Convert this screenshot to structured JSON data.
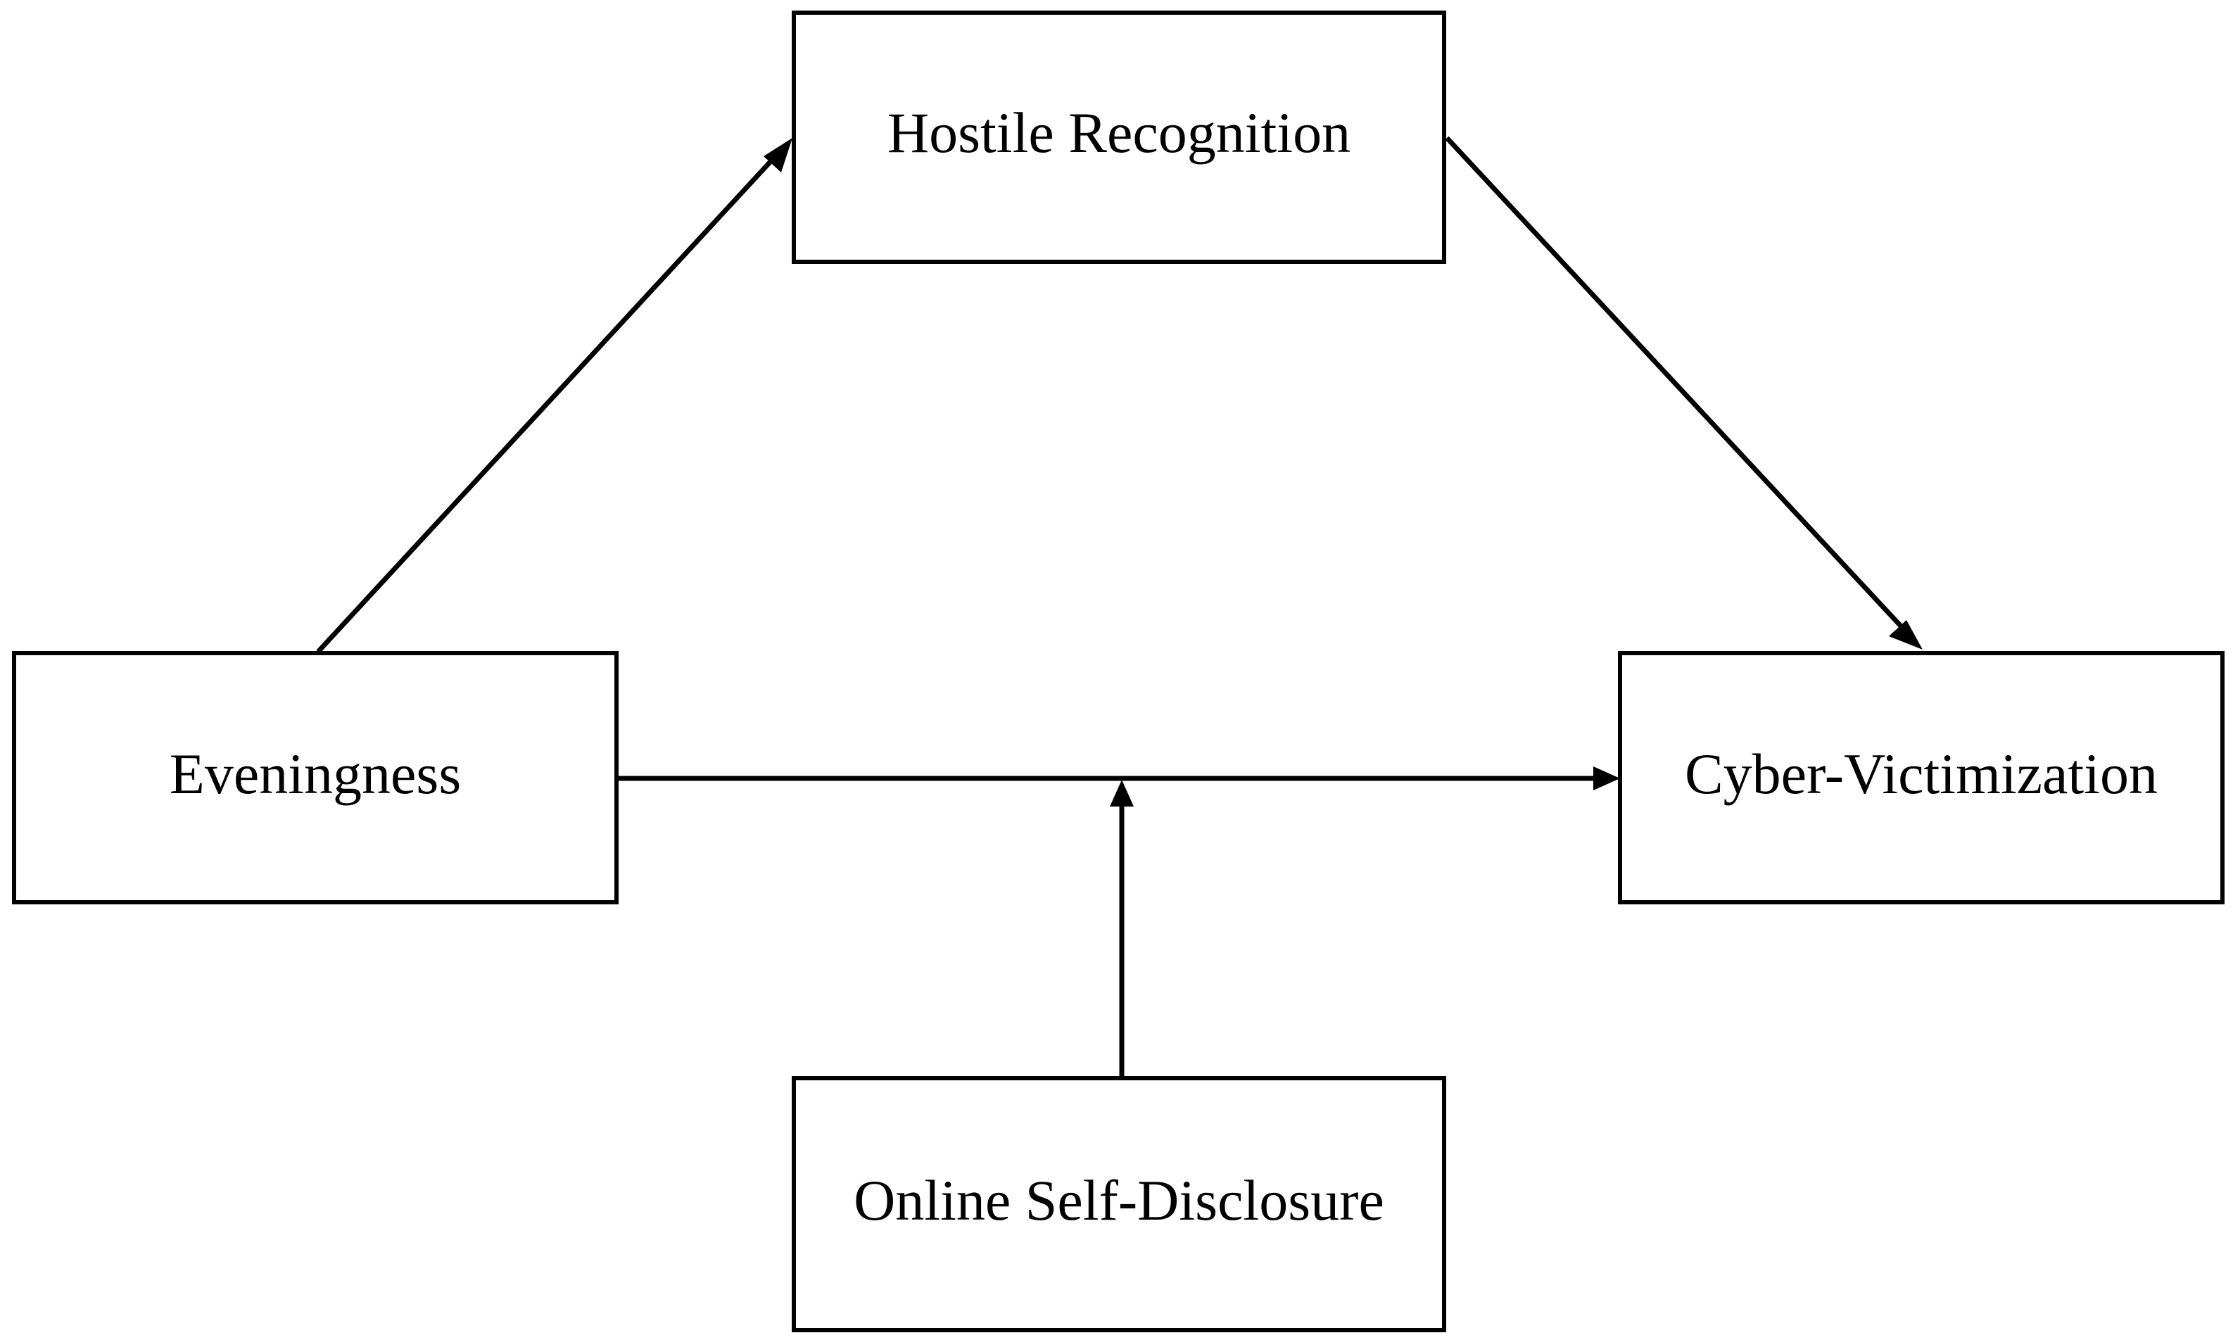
{
  "diagram": {
    "nodes": {
      "hostile_recognition": "Hostile Recognition",
      "eveningness": "Eveningness",
      "cyber_victimization": "Cyber-Victimization",
      "online_self_disclosure": "Online Self-Disclosure"
    },
    "edges": [
      {
        "from": "eveningness",
        "to": "hostile_recognition"
      },
      {
        "from": "hostile_recognition",
        "to": "cyber_victimization"
      },
      {
        "from": "eveningness",
        "to": "cyber_victimization"
      },
      {
        "from": "online_self_disclosure",
        "to": "eveningness-cyber_victimization path"
      }
    ],
    "colors": {
      "line": "#000000",
      "box_fill": "#ffffff"
    }
  }
}
